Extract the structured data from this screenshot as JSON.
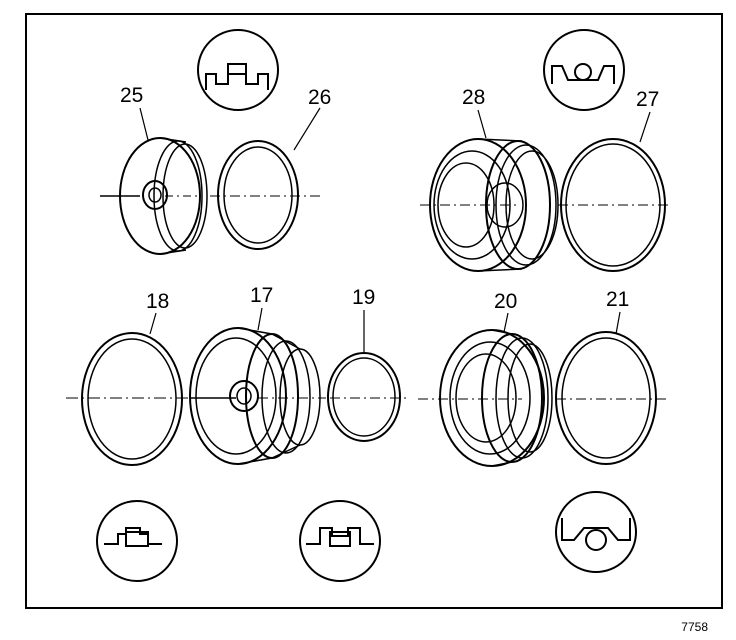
{
  "figure_number": "7758",
  "callouts": {
    "c25": "25",
    "c26": "26",
    "c28": "28",
    "c27": "27",
    "c18": "18",
    "c17": "17",
    "c19": "19",
    "c20": "20",
    "c21": "21"
  },
  "icons": [
    "seal-profile-flat-icon",
    "seal-profile-o-ring-icon",
    "seal-profile-lip-icon",
    "seal-profile-square-icon",
    "seal-profile-round-icon"
  ],
  "colors": {
    "line": "#000000",
    "background": "#ffffff"
  }
}
